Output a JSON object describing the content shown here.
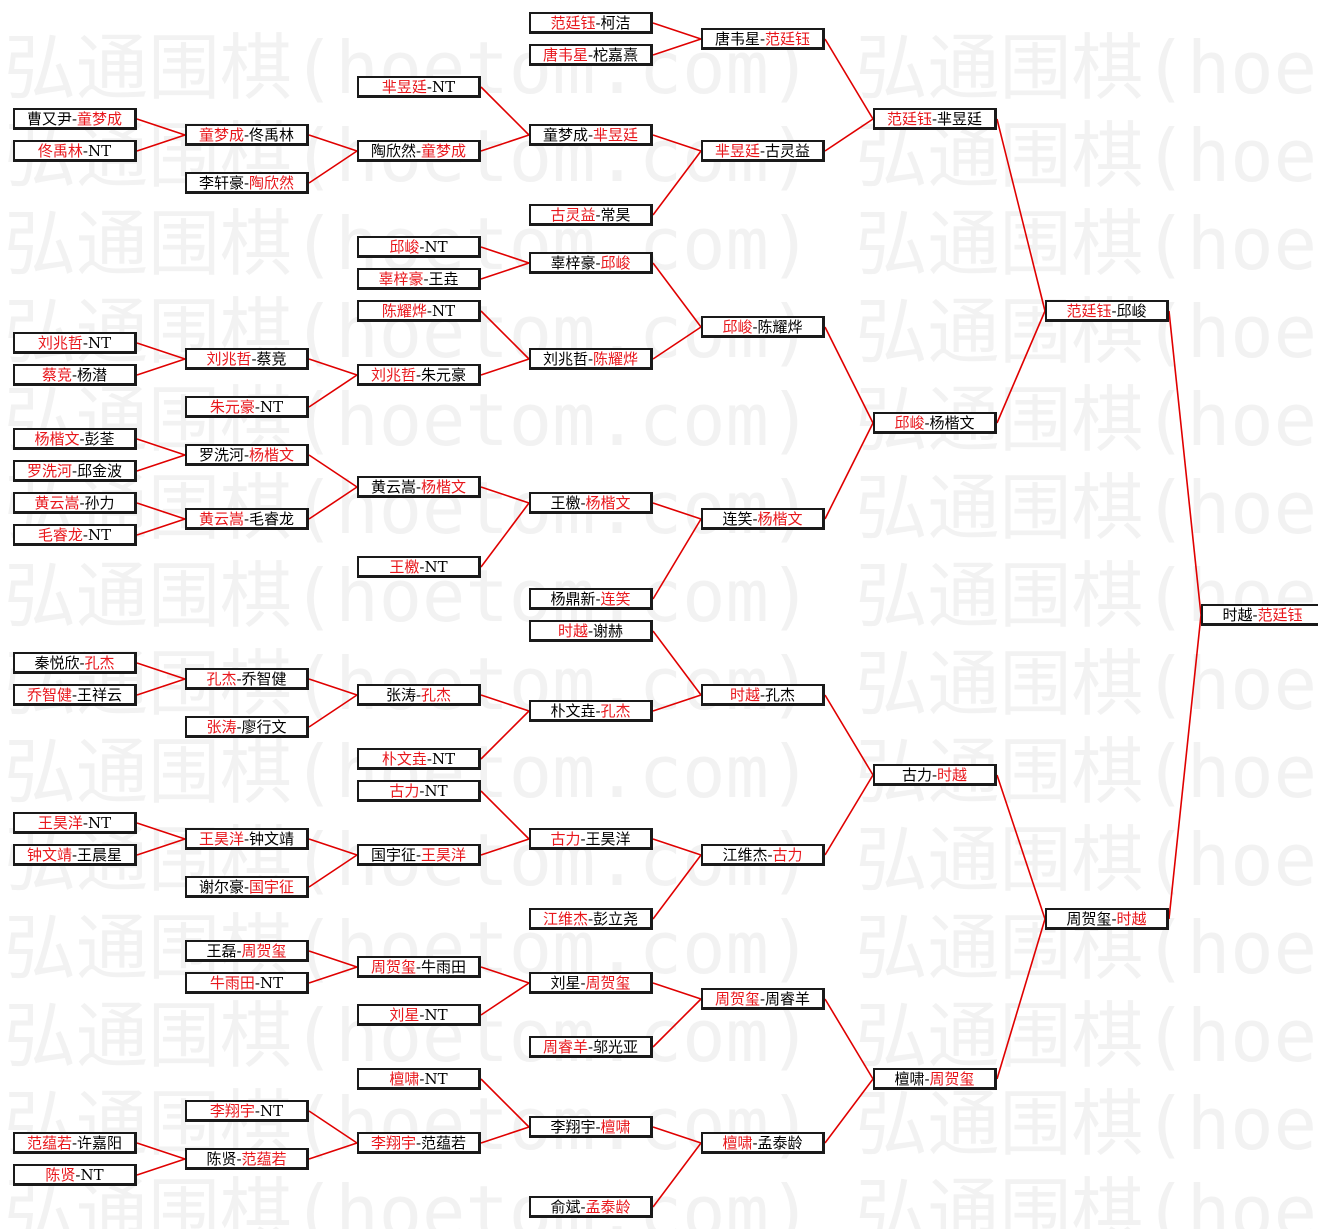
{
  "watermark": "弘通围棋(hoetom.com) 弘通围棋(hoetom.com)",
  "colors": {
    "winner": "#e8171c",
    "line": "#e00000",
    "border": "#1a1a1a"
  },
  "matches": [
    {
      "id": "c1",
      "a": "曹又尹",
      "b": "童梦成",
      "w": "b",
      "p": "b3"
    },
    {
      "id": "c2",
      "a": "佟禹林",
      "b": "NT",
      "w": "a",
      "p": "b3"
    },
    {
      "id": "c3",
      "a": "刘兆哲",
      "b": "NT",
      "w": "a",
      "p": "b9"
    },
    {
      "id": "c4",
      "a": "蔡竞",
      "b": "杨潜",
      "w": "a",
      "p": "b9"
    },
    {
      "id": "c5",
      "a": "杨楷文",
      "b": "彭荃",
      "w": "a",
      "p": "b11"
    },
    {
      "id": "c6",
      "a": "罗洗河",
      "b": "邱金波",
      "w": "a",
      "p": "b11"
    },
    {
      "id": "c7",
      "a": "黄云嵩",
      "b": "孙力",
      "w": "a",
      "p": "b12"
    },
    {
      "id": "c8",
      "a": "毛睿龙",
      "b": "NT",
      "w": "a",
      "p": "b12"
    },
    {
      "id": "c9",
      "a": "秦悦欣",
      "b": "孔杰",
      "w": "b",
      "p": "b14"
    },
    {
      "id": "c10",
      "a": "乔智健",
      "b": "王祥云",
      "w": "a",
      "p": "b14"
    },
    {
      "id": "c11",
      "a": "王昊洋",
      "b": "NT",
      "w": "a",
      "p": "b17"
    },
    {
      "id": "c12",
      "a": "钟文靖",
      "b": "王晨星",
      "w": "a",
      "p": "b17"
    },
    {
      "id": "c13",
      "a": "范蕴若",
      "b": "许嘉阳",
      "w": "a",
      "p": "b22"
    },
    {
      "id": "c14",
      "a": "陈贤",
      "b": "NT",
      "w": "a",
      "p": "b22"
    },
    {
      "id": "b3",
      "a": "童梦成",
      "b": "佟禹林",
      "w": "a",
      "p": "a3"
    },
    {
      "id": "b4",
      "a": "李轩豪",
      "b": "陶欣然",
      "w": "b",
      "p": "a3"
    },
    {
      "id": "b9",
      "a": "刘兆哲",
      "b": "蔡竞",
      "w": "a",
      "p": "a8"
    },
    {
      "id": "b10",
      "a": "朱元豪",
      "b": "NT",
      "w": "a",
      "p": "a8"
    },
    {
      "id": "b11",
      "a": "罗洗河",
      "b": "杨楷文",
      "w": "b",
      "p": "a9"
    },
    {
      "id": "b12",
      "a": "黄云嵩",
      "b": "毛睿龙",
      "w": "a",
      "p": "a9"
    },
    {
      "id": "b14",
      "a": "孔杰",
      "b": "乔智健",
      "w": "a",
      "p": "a11"
    },
    {
      "id": "b15",
      "a": "张涛",
      "b": "廖行文",
      "w": "a",
      "p": "a11"
    },
    {
      "id": "b17",
      "a": "王昊洋",
      "b": "钟文靖",
      "w": "a",
      "p": "a14"
    },
    {
      "id": "b18",
      "a": "谢尔豪",
      "b": "国宇征",
      "w": "b",
      "p": "a14"
    },
    {
      "id": "b19",
      "a": "王磊",
      "b": "周贺玺",
      "w": "b",
      "p": "a15"
    },
    {
      "id": "b20",
      "a": "牛雨田",
      "b": "NT",
      "w": "a",
      "p": "a15"
    },
    {
      "id": "b21",
      "a": "李翔宇",
      "b": "NT",
      "w": "a",
      "p": "a18"
    },
    {
      "id": "b22",
      "a": "陈贤",
      "b": "范蕴若",
      "w": "b",
      "p": "a18"
    },
    {
      "id": "a2",
      "a": "芈昱廷",
      "b": "NT",
      "w": "a",
      "p": "s3"
    },
    {
      "id": "a3",
      "a": "陶欣然",
      "b": "童梦成",
      "w": "b",
      "p": "s3"
    },
    {
      "id": "a5",
      "a": "邱峻",
      "b": "NT",
      "w": "a",
      "p": "s5"
    },
    {
      "id": "a6",
      "a": "辜梓豪",
      "b": "王垚",
      "w": "a",
      "p": "s5"
    },
    {
      "id": "a7",
      "a": "陈耀烨",
      "b": "NT",
      "w": "a",
      "p": "s6"
    },
    {
      "id": "a8",
      "a": "刘兆哲",
      "b": "朱元豪",
      "w": "a",
      "p": "s6"
    },
    {
      "id": "a9",
      "a": "黄云嵩",
      "b": "杨楷文",
      "w": "b",
      "p": "s7"
    },
    {
      "id": "a10",
      "a": "王檄",
      "b": "NT",
      "w": "a",
      "p": "s7"
    },
    {
      "id": "a11",
      "a": "张涛",
      "b": "孔杰",
      "w": "b",
      "p": "s10"
    },
    {
      "id": "a12",
      "a": "朴文垚",
      "b": "NT",
      "w": "a",
      "p": "s10"
    },
    {
      "id": "a13",
      "a": "古力",
      "b": "NT",
      "w": "a",
      "p": "s11"
    },
    {
      "id": "a14",
      "a": "国宇征",
      "b": "王昊洋",
      "w": "b",
      "p": "s11"
    },
    {
      "id": "a15",
      "a": "周贺玺",
      "b": "牛雨田",
      "w": "a",
      "p": "s13"
    },
    {
      "id": "a16",
      "a": "刘星",
      "b": "NT",
      "w": "a",
      "p": "s13"
    },
    {
      "id": "a17",
      "a": "檀啸",
      "b": "NT",
      "w": "a",
      "p": "s15"
    },
    {
      "id": "a18",
      "a": "李翔宇",
      "b": "范蕴若",
      "w": "a",
      "p": "s15"
    },
    {
      "id": "s1",
      "a": "范廷钰",
      "b": "柯洁",
      "w": "a",
      "p": "q1"
    },
    {
      "id": "s2",
      "a": "唐韦星",
      "b": "柁嘉熹",
      "w": "a",
      "p": "q1"
    },
    {
      "id": "s3",
      "a": "童梦成",
      "b": "芈昱廷",
      "w": "b",
      "p": "q2"
    },
    {
      "id": "s4",
      "a": "古灵益",
      "b": "常昊",
      "w": "a",
      "p": "q2"
    },
    {
      "id": "s5",
      "a": "辜梓豪",
      "b": "邱峻",
      "w": "b",
      "p": "q3"
    },
    {
      "id": "s6",
      "a": "刘兆哲",
      "b": "陈耀烨",
      "w": "b",
      "p": "q3"
    },
    {
      "id": "s7",
      "a": "王檄",
      "b": "杨楷文",
      "w": "b",
      "p": "q4"
    },
    {
      "id": "s8",
      "a": "杨鼎新",
      "b": "连笑",
      "w": "b",
      "p": "q4"
    },
    {
      "id": "s9",
      "a": "时越",
      "b": "谢赫",
      "w": "a",
      "p": "q5"
    },
    {
      "id": "s10",
      "a": "朴文垚",
      "b": "孔杰",
      "w": "b",
      "p": "q5"
    },
    {
      "id": "s11",
      "a": "古力",
      "b": "王昊洋",
      "w": "a",
      "p": "q6"
    },
    {
      "id": "s12",
      "a": "江维杰",
      "b": "彭立尧",
      "w": "a",
      "p": "q6"
    },
    {
      "id": "s13",
      "a": "刘星",
      "b": "周贺玺",
      "w": "b",
      "p": "q7"
    },
    {
      "id": "s14",
      "a": "周睿羊",
      "b": "邬光亚",
      "w": "a",
      "p": "q7"
    },
    {
      "id": "s15",
      "a": "李翔宇",
      "b": "檀啸",
      "w": "b",
      "p": "q8"
    },
    {
      "id": "s16",
      "a": "俞斌",
      "b": "孟泰龄",
      "w": "b",
      "p": "q8"
    },
    {
      "id": "q1",
      "a": "唐韦星",
      "b": "范廷钰",
      "w": "b",
      "p": "r1"
    },
    {
      "id": "q2",
      "a": "芈昱廷",
      "b": "古灵益",
      "w": "a",
      "p": "r1"
    },
    {
      "id": "q3",
      "a": "邱峻",
      "b": "陈耀烨",
      "w": "a",
      "p": "r2"
    },
    {
      "id": "q4",
      "a": "连笑",
      "b": "杨楷文",
      "w": "b",
      "p": "r2"
    },
    {
      "id": "q5",
      "a": "时越",
      "b": "孔杰",
      "w": "a",
      "p": "r3"
    },
    {
      "id": "q6",
      "a": "江维杰",
      "b": "古力",
      "w": "b",
      "p": "r3"
    },
    {
      "id": "q7",
      "a": "周贺玺",
      "b": "周睿羊",
      "w": "a",
      "p": "r4"
    },
    {
      "id": "q8",
      "a": "檀啸",
      "b": "孟泰龄",
      "w": "a",
      "p": "r4"
    },
    {
      "id": "r1",
      "a": "范廷钰",
      "b": "芈昱廷",
      "w": "a",
      "p": "m1"
    },
    {
      "id": "r2",
      "a": "邱峻",
      "b": "杨楷文",
      "w": "a",
      "p": "m1"
    },
    {
      "id": "r3",
      "a": "古力",
      "b": "时越",
      "w": "b",
      "p": "m2"
    },
    {
      "id": "r4",
      "a": "檀啸",
      "b": "周贺玺",
      "w": "b",
      "p": "m2"
    },
    {
      "id": "m1",
      "a": "范廷钰",
      "b": "邱峻",
      "w": "a",
      "p": "f"
    },
    {
      "id": "m2",
      "a": "周贺玺",
      "b": "时越",
      "w": "b",
      "p": "f"
    },
    {
      "id": "f",
      "a": "时越",
      "b": "范廷钰",
      "w": "b",
      "p": null
    }
  ]
}
